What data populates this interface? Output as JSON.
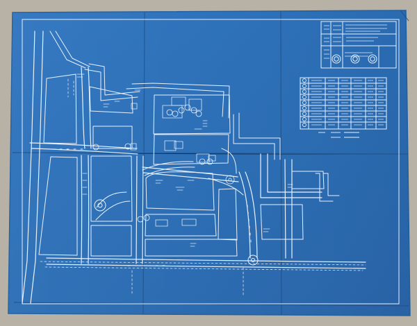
{
  "sheet": {
    "kind": "blueprint site plan on folded paper",
    "colors": {
      "background_surface": "#b8b2a6",
      "paper_blue": "#2c6fb8",
      "paper_blue_dark": "#245f9f",
      "line_white": "#e8f2ff",
      "fold_shadow": "#1f4f86"
    }
  },
  "title_block": {
    "line_1": "",
    "line_2": "",
    "line_3": "",
    "stamps": [
      "seal-icon",
      "seal-icon",
      "seal-icon"
    ]
  },
  "legend_table": {
    "rows": 9,
    "symbols": [
      "circle-icon",
      "circle-icon",
      "circle-icon",
      "circle-icon",
      "circle-icon",
      "circle-icon",
      "circle-icon",
      "circle-icon",
      "circle-icon"
    ]
  },
  "legend_key": {
    "label": "",
    "entries": [
      "",
      ""
    ]
  },
  "plan": {
    "features": [
      "road-network",
      "city-blocks",
      "roundabout",
      "buildings",
      "trees",
      "dimension-lines"
    ]
  }
}
